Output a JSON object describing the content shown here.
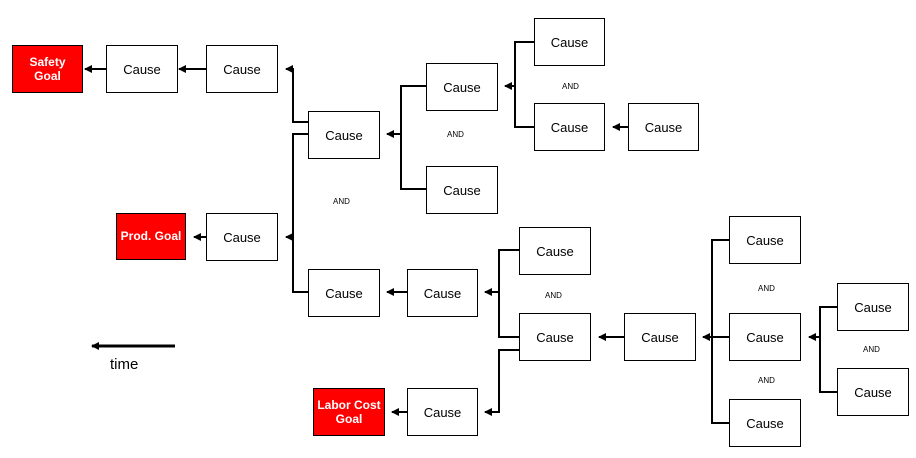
{
  "goals": {
    "safety": "Safety\nGoal",
    "prod": "Prod. Goal",
    "labor": "Labor Cost\nGoal"
  },
  "cause_label": "Cause",
  "and_label": "AND",
  "time_label": "time",
  "colors": {
    "goal_fill": "#ff0000",
    "goal_text": "#ffffff",
    "line": "#000000"
  }
}
